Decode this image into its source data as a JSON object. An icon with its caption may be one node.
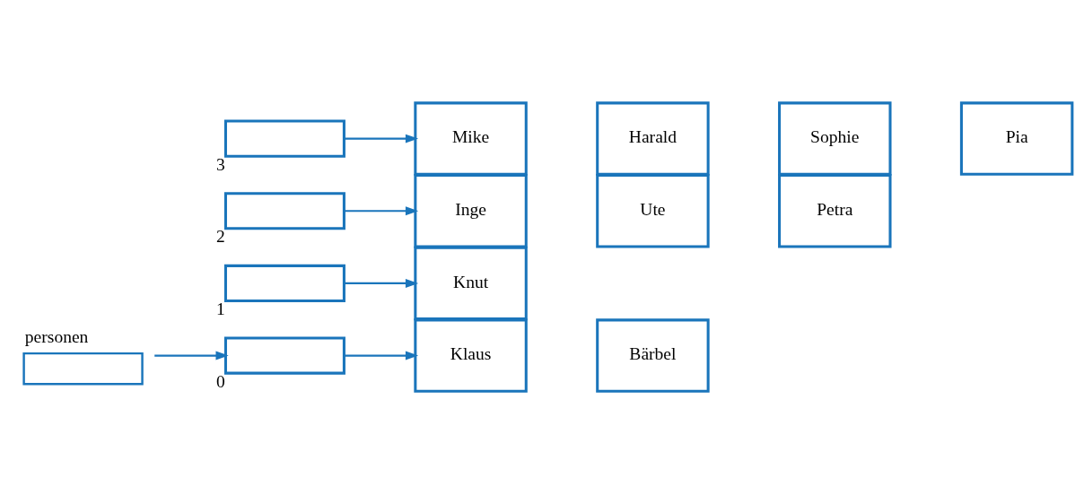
{
  "diagram": {
    "nodes": [
      {
        "text": [
          "personen"
        ]
      },
      {
        "text": [],
        "shape": "box",
        "beside": [
          "0"
        ]
      },
      {
        "text": [],
        "shape": "box",
        "beside": [
          "1"
        ]
      },
      {
        "text": [],
        "shape": "box",
        "beside": [
          "2"
        ]
      },
      {
        "text": [],
        "shape": "box",
        "beside": [
          "3"
        ]
      },
      {
        "text": [
          "Klaus"
        ]
      },
      {
        "text": [
          "Bärbel"
        ]
      },
      {
        "text": [
          "Knut"
        ]
      },
      {
        "text": [
          "Inge"
        ]
      },
      {
        "text": [
          "Ute"
        ]
      },
      {
        "text": [
          "Petra"
        ]
      },
      {
        "text": [
          "Mike"
        ]
      },
      {
        "text": [
          "Harald"
        ]
      },
      {
        "text": [
          "Sophie"
        ]
      },
      {
        "text": [
          "Pia"
        ]
      }
    ],
    "edges": [
      {
        "from": 0,
        "to": 1,
        "arrow": "to"
      },
      {
        "from": 1,
        "to": 5,
        "arrow": "to"
      },
      {
        "from": 2,
        "to": 7,
        "arrow": "to"
      },
      {
        "from": 3,
        "to": 8,
        "arrow": "to"
      },
      {
        "from": 4,
        "to": 11,
        "arrow": "to"
      }
    ]
  }
}
